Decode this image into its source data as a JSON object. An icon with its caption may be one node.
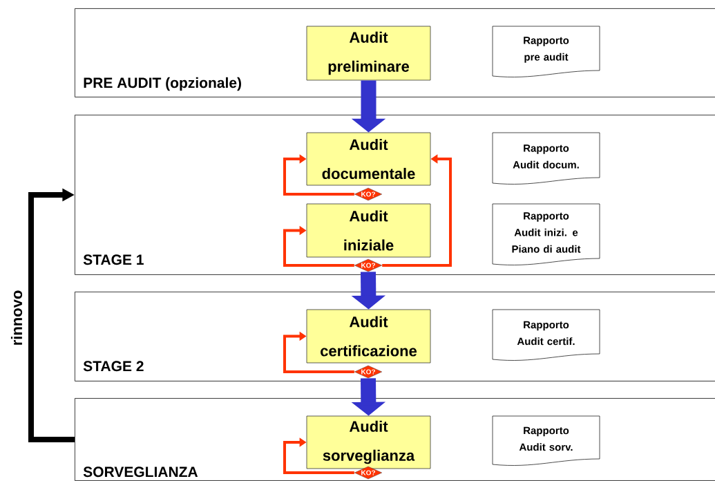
{
  "diagram": {
    "nodes": [
      {
        "text": [
          "PRE AUDIT (opzionale)"
        ]
      },
      {
        "text": [
          "Audit preliminare"
        ],
        "in": 0
      },
      {
        "text": [
          "Rapporto pre audit"
        ],
        "in": 0
      },
      {
        "text": [
          "STAGE 1"
        ]
      },
      {
        "text": [
          "Audit documentale"
        ],
        "in": 3
      },
      {
        "text": [
          "KO?"
        ],
        "in": 3
      },
      {
        "text": [
          "Rapporto Audit docum."
        ],
        "in": 3
      },
      {
        "text": [
          "Audit iniziale"
        ],
        "in": 3
      },
      {
        "text": [
          "KO?"
        ],
        "in": 3
      },
      {
        "text": [
          "Rapporto Audit inizi. e Piano di audit"
        ],
        "in": 3
      },
      {
        "text": [
          "STAGE 2"
        ]
      },
      {
        "text": [
          "Audit certificazione"
        ],
        "in": 10
      },
      {
        "text": [
          "KO?"
        ],
        "in": 10
      },
      {
        "text": [
          "Rapporto Audit certif."
        ],
        "in": 10
      },
      {
        "text": [
          "SORVEGLIANZA"
        ]
      },
      {
        "text": [
          "Audit sorveglianza"
        ],
        "in": 14
      },
      {
        "text": [
          "KO?"
        ],
        "in": 14
      },
      {
        "text": [
          "Rapporto Audit sorv."
        ],
        "in": 14
      }
    ],
    "edges": [
      {
        "from": 1,
        "to": 4,
        "arrow": "to",
        "style": "thick",
        "color": "#3333cc"
      },
      {
        "from": 5,
        "to": 4,
        "arrow": "to"
      },
      {
        "from": 8,
        "to": 7,
        "arrow": "to"
      },
      {
        "from": 8,
        "to": 4,
        "arrow": "to"
      },
      {
        "from": 8,
        "to": 11,
        "arrow": "to",
        "style": "thick",
        "color": "#3333cc"
      },
      {
        "from": 12,
        "to": 11,
        "arrow": "to"
      },
      {
        "from": 12,
        "to": 15,
        "arrow": "to",
        "style": "thick",
        "color": "#3333cc"
      },
      {
        "from": 16,
        "to": 15,
        "arrow": "to"
      },
      {
        "from": 14,
        "to": 3,
        "arrow": "to",
        "style": "thick",
        "color": "#000000",
        "label": "rinnovo"
      }
    ]
  }
}
